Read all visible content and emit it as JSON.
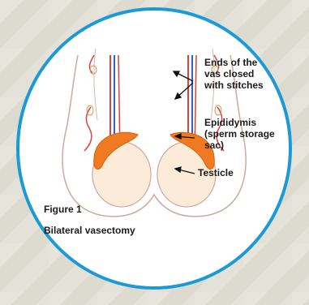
{
  "figure": {
    "number_label": "Figure 1",
    "caption": "Bilateral vasectomy"
  },
  "labels": {
    "vas_ends": "Ends of the\nvas closed\nwith stitches",
    "epididymis": "Epididymis\n(sperm storage\nsac)",
    "testicle": "Testicle"
  },
  "colors": {
    "page_background": "#dddbcf",
    "ring": "#1b9ad6",
    "badge_fill": "#ffffff",
    "vas_red": "#d8443a",
    "vas_blue": "#3a5ec8",
    "epididymis_orange": "#f07a22",
    "testicle_fill": "#fdebd9",
    "outline": "#c9a9a0"
  }
}
